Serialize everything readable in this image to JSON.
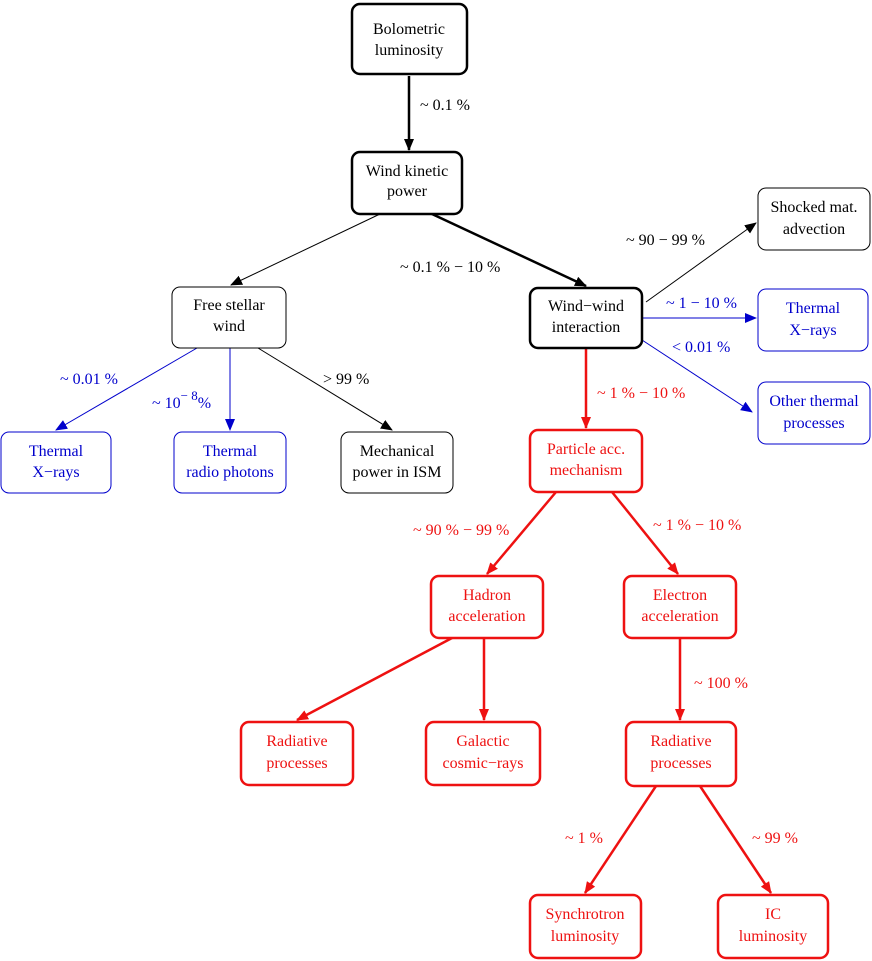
{
  "colors": {
    "black": "#000000",
    "blue": "#0000cc",
    "red": "#ee1111"
  },
  "nodes": {
    "bolometric": {
      "lines": [
        "Bolometric",
        "luminosity"
      ],
      "color": "black"
    },
    "wind_kinetic": {
      "lines": [
        "Wind kinetic",
        "power"
      ],
      "color": "black"
    },
    "free_wind": {
      "lines": [
        "Free stellar",
        "wind"
      ],
      "color": "black"
    },
    "wind_wind": {
      "lines": [
        "Wind−wind",
        "interaction"
      ],
      "color": "black"
    },
    "shocked": {
      "lines": [
        "Shocked mat.",
        "advection"
      ],
      "color": "black"
    },
    "thermal_xrays_right": {
      "lines": [
        "Thermal",
        "X−rays"
      ],
      "color": "blue"
    },
    "other_thermal": {
      "lines": [
        "Other thermal",
        "processes"
      ],
      "color": "blue"
    },
    "thermal_xrays_left": {
      "lines": [
        "Thermal",
        "X−rays"
      ],
      "color": "blue"
    },
    "thermal_radio": {
      "lines": [
        "Thermal",
        "radio photons"
      ],
      "color": "blue"
    },
    "mechanical": {
      "lines": [
        "Mechanical",
        "power in ISM"
      ],
      "color": "black"
    },
    "particle_acc": {
      "lines": [
        "Particle acc.",
        "mechanism"
      ],
      "color": "red"
    },
    "hadron_acc": {
      "lines": [
        "Hadron",
        "acceleration"
      ],
      "color": "red"
    },
    "electron_acc": {
      "lines": [
        "Electron",
        "acceleration"
      ],
      "color": "red"
    },
    "radiative_hadron": {
      "lines": [
        "Radiative",
        "processes"
      ],
      "color": "red"
    },
    "galactic_cr": {
      "lines": [
        "Galactic",
        "cosmic−rays"
      ],
      "color": "red"
    },
    "radiative_electron": {
      "lines": [
        "Radiative",
        "processes"
      ],
      "color": "red"
    },
    "synchrotron": {
      "lines": [
        "Synchrotron",
        "luminosity"
      ],
      "color": "red"
    },
    "ic": {
      "lines": [
        "IC",
        "luminosity"
      ],
      "color": "red"
    }
  },
  "edges": [
    {
      "from": "bolometric",
      "to": "wind_kinetic",
      "label": "~ 0.1 %",
      "color": "black"
    },
    {
      "from": "wind_kinetic",
      "to": "free_wind",
      "label": "",
      "color": "black"
    },
    {
      "from": "wind_kinetic",
      "to": "wind_wind",
      "label": "~ 0.1 % − 10 %",
      "color": "black"
    },
    {
      "from": "wind_wind",
      "to": "shocked",
      "label": "~ 90 − 99 %",
      "color": "black"
    },
    {
      "from": "wind_wind",
      "to": "thermal_xrays_right",
      "label": "~ 1 − 10 %",
      "color": "blue"
    },
    {
      "from": "wind_wind",
      "to": "other_thermal",
      "label": "< 0.01 %",
      "color": "blue"
    },
    {
      "from": "wind_wind",
      "to": "particle_acc",
      "label": "~ 1 % − 10 %",
      "color": "red"
    },
    {
      "from": "free_wind",
      "to": "thermal_xrays_left",
      "label": "~ 0.01 %",
      "color": "blue"
    },
    {
      "from": "free_wind",
      "to": "thermal_radio",
      "label": "~ 10",
      "label_sup": "− 8",
      "label_tail": "%",
      "color": "blue"
    },
    {
      "from": "free_wind",
      "to": "mechanical",
      "label": "> 99 %",
      "color": "black"
    },
    {
      "from": "particle_acc",
      "to": "hadron_acc",
      "label": "~ 90 % − 99 %",
      "color": "red"
    },
    {
      "from": "particle_acc",
      "to": "electron_acc",
      "label": "~ 1 % − 10 %",
      "color": "red"
    },
    {
      "from": "hadron_acc",
      "to": "radiative_hadron",
      "label": "",
      "color": "red"
    },
    {
      "from": "hadron_acc",
      "to": "galactic_cr",
      "label": "",
      "color": "red"
    },
    {
      "from": "electron_acc",
      "to": "radiative_electron",
      "label": "~ 100 %",
      "color": "red"
    },
    {
      "from": "radiative_electron",
      "to": "synchrotron",
      "label": "~ 1 %",
      "color": "red"
    },
    {
      "from": "radiative_electron",
      "to": "ic",
      "label": "~ 99 %",
      "color": "red"
    }
  ]
}
